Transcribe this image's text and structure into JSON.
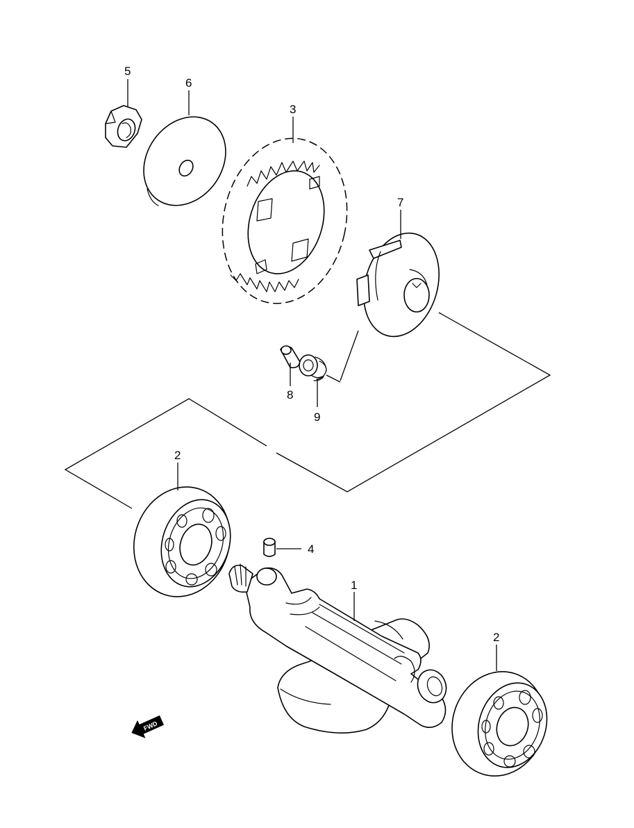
{
  "diagram": {
    "callouts": {
      "c1": "1",
      "c2a": "2",
      "c2b": "2",
      "c3": "3",
      "c4": "4",
      "c5": "5",
      "c6": "6",
      "c7": "7",
      "c8": "8",
      "c9": "9"
    },
    "fwd_label": "FWD",
    "icons": [
      "fwd-arrow-icon"
    ]
  }
}
